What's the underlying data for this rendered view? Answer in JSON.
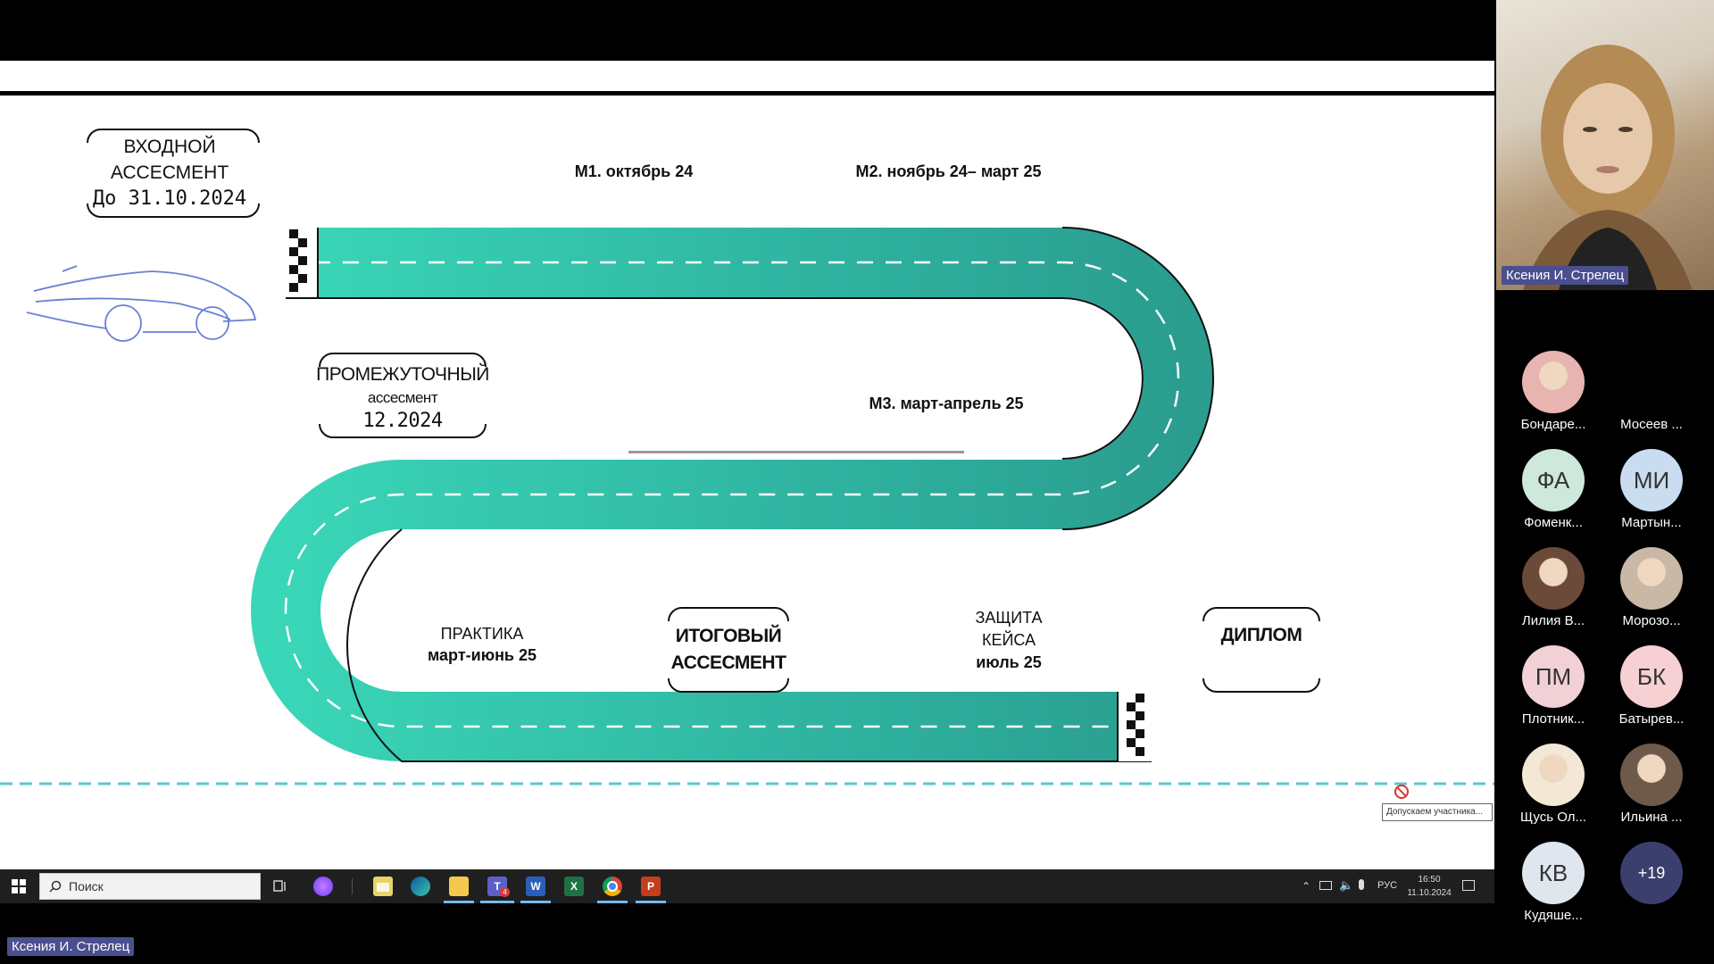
{
  "slide": {
    "milestones": {
      "entry_line1": "ВХОДНОЙ",
      "entry_line2": "АССЕСМЕНТ",
      "entry_date": "До 31.10.2024",
      "mid_line1": "ПРОМЕЖУТОЧНЫЙ",
      "mid_line2": "ассесмент",
      "mid_date": "12.2024",
      "m1": "М1. октябрь 24",
      "m2": "М2. ноябрь 24– март 25",
      "m3": "М3. март-апрель 25",
      "practice_line1": "ПРАКТИКА",
      "practice_line2": "март-июнь 25",
      "final_line1": "ИТОГОВЫЙ",
      "final_line2": "АССЕСМЕНТ",
      "case_line1": "ЗАЩИТА",
      "case_line2": "КЕЙСА",
      "case_line3": "июль 25",
      "diploma": "ДИПЛОМ"
    },
    "colors": {
      "road_dark": "#2a9d8f",
      "road_light": "#3ad6b8"
    }
  },
  "notification": {
    "text": "Допускаем участника..."
  },
  "speaker": {
    "name": "Ксения И. Стрелец"
  },
  "bottom_label": "Ксения И. Стрелец",
  "participants": [
    {
      "initials": "",
      "name": "Бондаре...",
      "color": "#e8b4b0",
      "photo": true
    },
    {
      "initials": "",
      "name": "Мосеев ...",
      "color": "#000000",
      "photo": false
    },
    {
      "initials": "ФА",
      "name": "Фоменк...",
      "color": "#cfe8dc"
    },
    {
      "initials": "МИ",
      "name": "Мартын...",
      "color": "#c9dcf0"
    },
    {
      "initials": "",
      "name": "Лилия В...",
      "color": "#6b4a3a",
      "photo": true
    },
    {
      "initials": "",
      "name": "Морозо...",
      "color": "#c9b8a6",
      "photo": true
    },
    {
      "initials": "ПМ",
      "name": "Плотник...",
      "color": "#f1d0d6"
    },
    {
      "initials": "БК",
      "name": "Батырев...",
      "color": "#f6d0d3"
    },
    {
      "initials": "",
      "name": "Щусь Ол...",
      "color": "#f3e7d6",
      "photo": true
    },
    {
      "initials": "",
      "name": "Ильина ...",
      "color": "#6e5a4a",
      "photo": true
    },
    {
      "initials": "КВ",
      "name": "Кудяше...",
      "color": "#dfe6ee"
    },
    {
      "initials": "+19",
      "name": "",
      "color": "#3b3f6e"
    }
  ],
  "taskbar": {
    "search_placeholder": "Поиск",
    "lang": "РУС",
    "time": "16:50",
    "date": "11.10.2024",
    "word_letter": "W",
    "excel_letter": "X",
    "ppt_letter": "P",
    "teams_badge": "4"
  }
}
